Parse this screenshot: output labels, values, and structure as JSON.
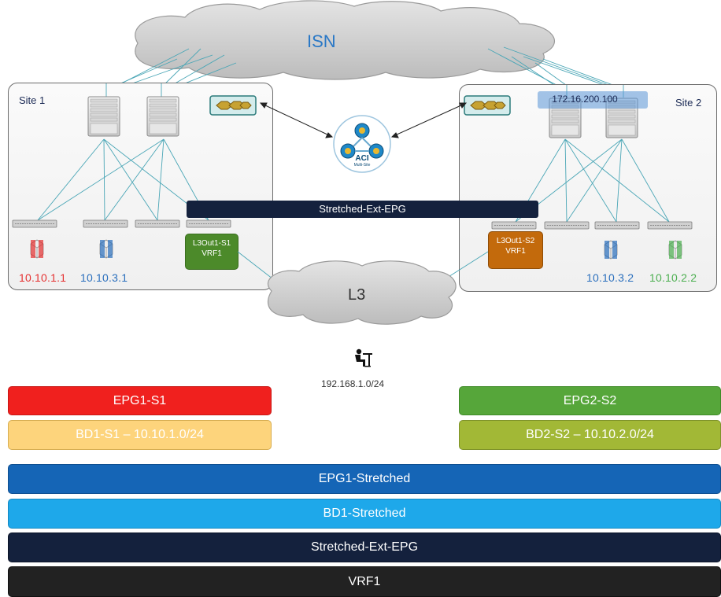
{
  "clouds": {
    "isn": "ISN",
    "l3": "L3"
  },
  "sites": {
    "site1": {
      "label": "Site 1",
      "l3out": {
        "line1": "L3Out1-S1",
        "line2": "VRF1"
      },
      "hosts": [
        {
          "ip": "10.10.1.1",
          "color": "#e53030"
        },
        {
          "ip": "10.10.3.1",
          "color": "#2a6fbd"
        }
      ]
    },
    "site2": {
      "label": "Site 2",
      "spine_ip": "172.16.200.100",
      "l3out": {
        "line1": "L3Out1-S2",
        "line2": "VRF1"
      },
      "hosts": [
        {
          "ip": "10.10.3.2",
          "color": "#2a6fbd"
        },
        {
          "ip": "10.10.2.2",
          "color": "#4caf50"
        }
      ]
    }
  },
  "stretched_banner": "Stretched-Ext-EPG",
  "multisite": {
    "logo_main": "ACI",
    "logo_sub": "Multi-Site"
  },
  "external_host": {
    "subnet": "192.168.1.0/24"
  },
  "bars": {
    "epg1_s1": "EPG1-S1",
    "bd1_s1": "BD1-S1 – 10.10.1.0/24",
    "epg2_s2": "EPG2-S2",
    "bd2_s2": "BD2-S2 – 10.10.2.0/24",
    "epg1_stretched": "EPG1-Stretched",
    "bd1_stretched": "BD1-Stretched",
    "stretched_ext_epg": "Stretched-Ext-EPG",
    "vrf1": "VRF1"
  },
  "colors": {
    "red": "#f0201e",
    "yellow": "#fdd47c",
    "green": "#56a63a",
    "olive": "#a2b836",
    "blue_dark": "#1565b6",
    "blue_light": "#1ea8ea",
    "navy": "#14213d",
    "black": "#222222",
    "l3out1": "#4c8a2a",
    "l3out2": "#c36a0c"
  }
}
